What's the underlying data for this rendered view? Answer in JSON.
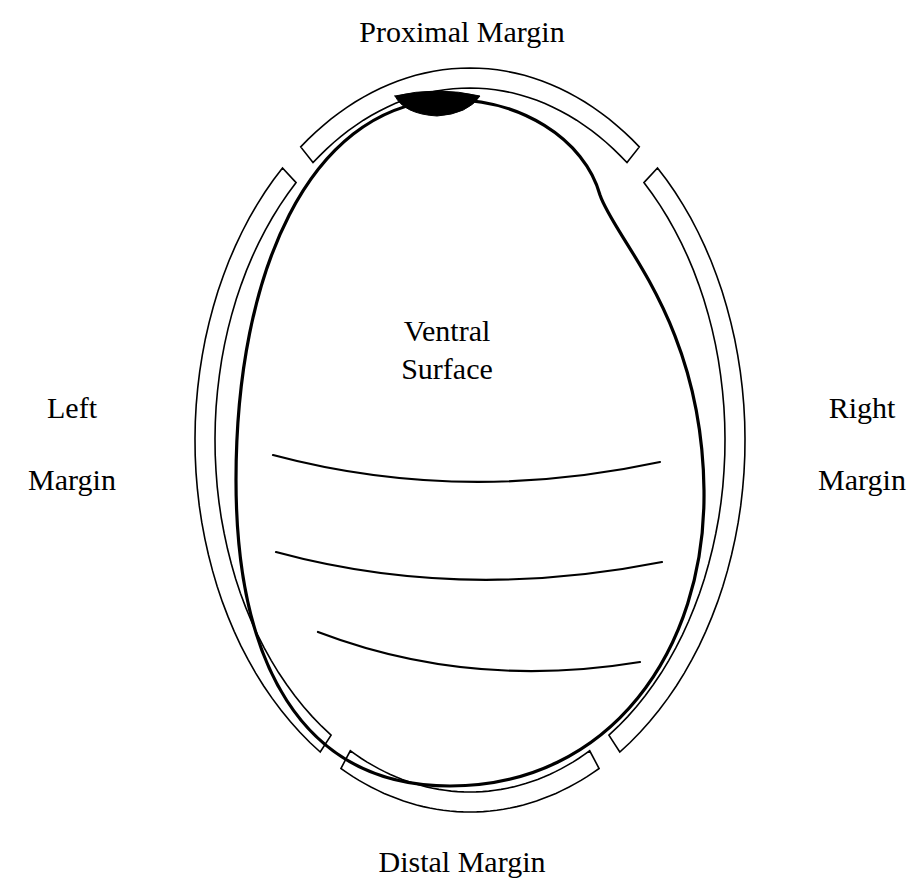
{
  "diagram": {
    "nodes": [
      {
        "text": [
          "Ventral Surface"
        ]
      }
    ],
    "labels": [
      "Proximal Margin",
      "Left Margin",
      "Right Margin",
      "Distal Margin"
    ]
  }
}
